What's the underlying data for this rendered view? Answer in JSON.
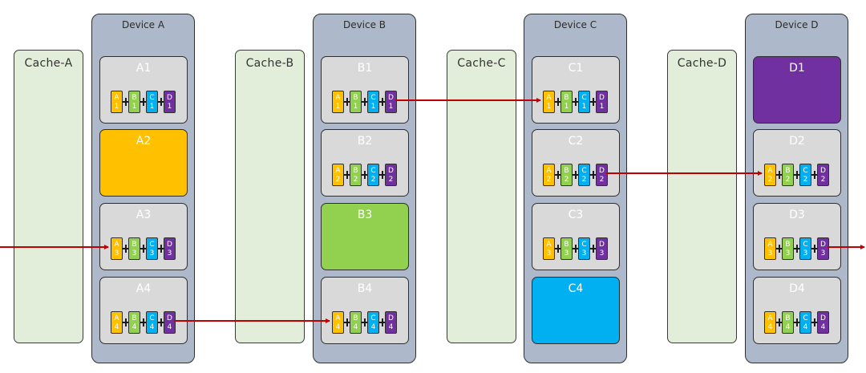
{
  "colors": {
    "A": "#ffc000",
    "B": "#92d050",
    "C": "#00b0f0",
    "D": "#7030a0",
    "pending": "#d9d9d9",
    "arrow": "#c00000"
  },
  "columns": [
    {
      "cache_label": "Cache-A",
      "device_label": "Device A",
      "device_key": "A",
      "blocks": [
        {
          "label": "A1",
          "owned": false,
          "chips": [
            {
              "l": "A",
              "n": "1"
            },
            {
              "l": "B",
              "n": "1"
            },
            {
              "l": "C",
              "n": "1"
            },
            {
              "l": "D",
              "n": "1"
            }
          ]
        },
        {
          "label": "A2",
          "owned": true,
          "chips": []
        },
        {
          "label": "A3",
          "owned": false,
          "chips": [
            {
              "l": "A",
              "n": "3"
            },
            {
              "l": "B",
              "n": "3"
            },
            {
              "l": "C",
              "n": "3"
            },
            {
              "l": "D",
              "n": "3"
            }
          ]
        },
        {
          "label": "A4",
          "owned": false,
          "chips": [
            {
              "l": "A",
              "n": "4"
            },
            {
              "l": "B",
              "n": "4"
            },
            {
              "l": "C",
              "n": "4"
            },
            {
              "l": "D",
              "n": "4"
            }
          ]
        }
      ]
    },
    {
      "cache_label": "Cache-B",
      "device_label": "Device B",
      "device_key": "B",
      "blocks": [
        {
          "label": "B1",
          "owned": false,
          "chips": [
            {
              "l": "A",
              "n": "1"
            },
            {
              "l": "B",
              "n": "1"
            },
            {
              "l": "C",
              "n": "1"
            },
            {
              "l": "D",
              "n": "1"
            }
          ]
        },
        {
          "label": "B2",
          "owned": false,
          "chips": [
            {
              "l": "A",
              "n": "2"
            },
            {
              "l": "B",
              "n": "2"
            },
            {
              "l": "C",
              "n": "2"
            },
            {
              "l": "D",
              "n": "2"
            }
          ]
        },
        {
          "label": "B3",
          "owned": true,
          "chips": []
        },
        {
          "label": "B4",
          "owned": false,
          "chips": [
            {
              "l": "A",
              "n": "4"
            },
            {
              "l": "B",
              "n": "4"
            },
            {
              "l": "C",
              "n": "4"
            },
            {
              "l": "D",
              "n": "4"
            }
          ]
        }
      ]
    },
    {
      "cache_label": "Cache-C",
      "device_label": "Device C",
      "device_key": "C",
      "blocks": [
        {
          "label": "C1",
          "owned": false,
          "chips": [
            {
              "l": "A",
              "n": "1"
            },
            {
              "l": "B",
              "n": "1"
            },
            {
              "l": "C",
              "n": "1"
            },
            {
              "l": "D",
              "n": "1"
            }
          ]
        },
        {
          "label": "C2",
          "owned": false,
          "chips": [
            {
              "l": "A",
              "n": "2"
            },
            {
              "l": "B",
              "n": "2"
            },
            {
              "l": "C",
              "n": "2"
            },
            {
              "l": "D",
              "n": "2"
            }
          ]
        },
        {
          "label": "C3",
          "owned": false,
          "chips": [
            {
              "l": "A",
              "n": "3"
            },
            {
              "l": "B",
              "n": "3"
            },
            {
              "l": "C",
              "n": "3"
            },
            {
              "l": "D",
              "n": "3"
            }
          ]
        },
        {
          "label": "C4",
          "owned": true,
          "chips": []
        }
      ]
    },
    {
      "cache_label": "Cache-D",
      "device_label": "Device D",
      "device_key": "D",
      "blocks": [
        {
          "label": "D1",
          "owned": true,
          "chips": []
        },
        {
          "label": "D2",
          "owned": false,
          "chips": [
            {
              "l": "A",
              "n": "2"
            },
            {
              "l": "B",
              "n": "2"
            },
            {
              "l": "C",
              "n": "2"
            },
            {
              "l": "D",
              "n": "2"
            }
          ]
        },
        {
          "label": "D3",
          "owned": false,
          "chips": [
            {
              "l": "A",
              "n": "3"
            },
            {
              "l": "B",
              "n": "3"
            },
            {
              "l": "C",
              "n": "3"
            },
            {
              "l": "D",
              "n": "3"
            }
          ]
        },
        {
          "label": "D4",
          "owned": false,
          "chips": [
            {
              "l": "A",
              "n": "4"
            },
            {
              "l": "B",
              "n": "4"
            },
            {
              "l": "C",
              "n": "4"
            },
            {
              "l": "D",
              "n": "4"
            }
          ]
        }
      ]
    }
  ],
  "arrows": [
    {
      "from": "off-left",
      "to": "A3"
    },
    {
      "from": "A4",
      "to": "B4"
    },
    {
      "from": "B1",
      "to": "C1"
    },
    {
      "from": "C2",
      "to": "D2"
    },
    {
      "from": "D3",
      "to": "off-right"
    }
  ]
}
